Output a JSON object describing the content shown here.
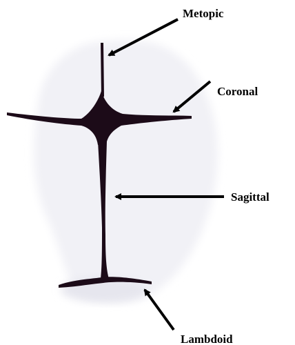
{
  "labels": {
    "metopic": "Metopic",
    "coronal": "Coronal",
    "sagittal": "Sagittal",
    "lambdoid": "Lambdoid"
  },
  "colors": {
    "suture": "#1c0b18",
    "skull_shading": "#f1f1f6",
    "skull_shading_dark": "#e6e6ee",
    "arrow": "#000000",
    "text": "#000000"
  }
}
